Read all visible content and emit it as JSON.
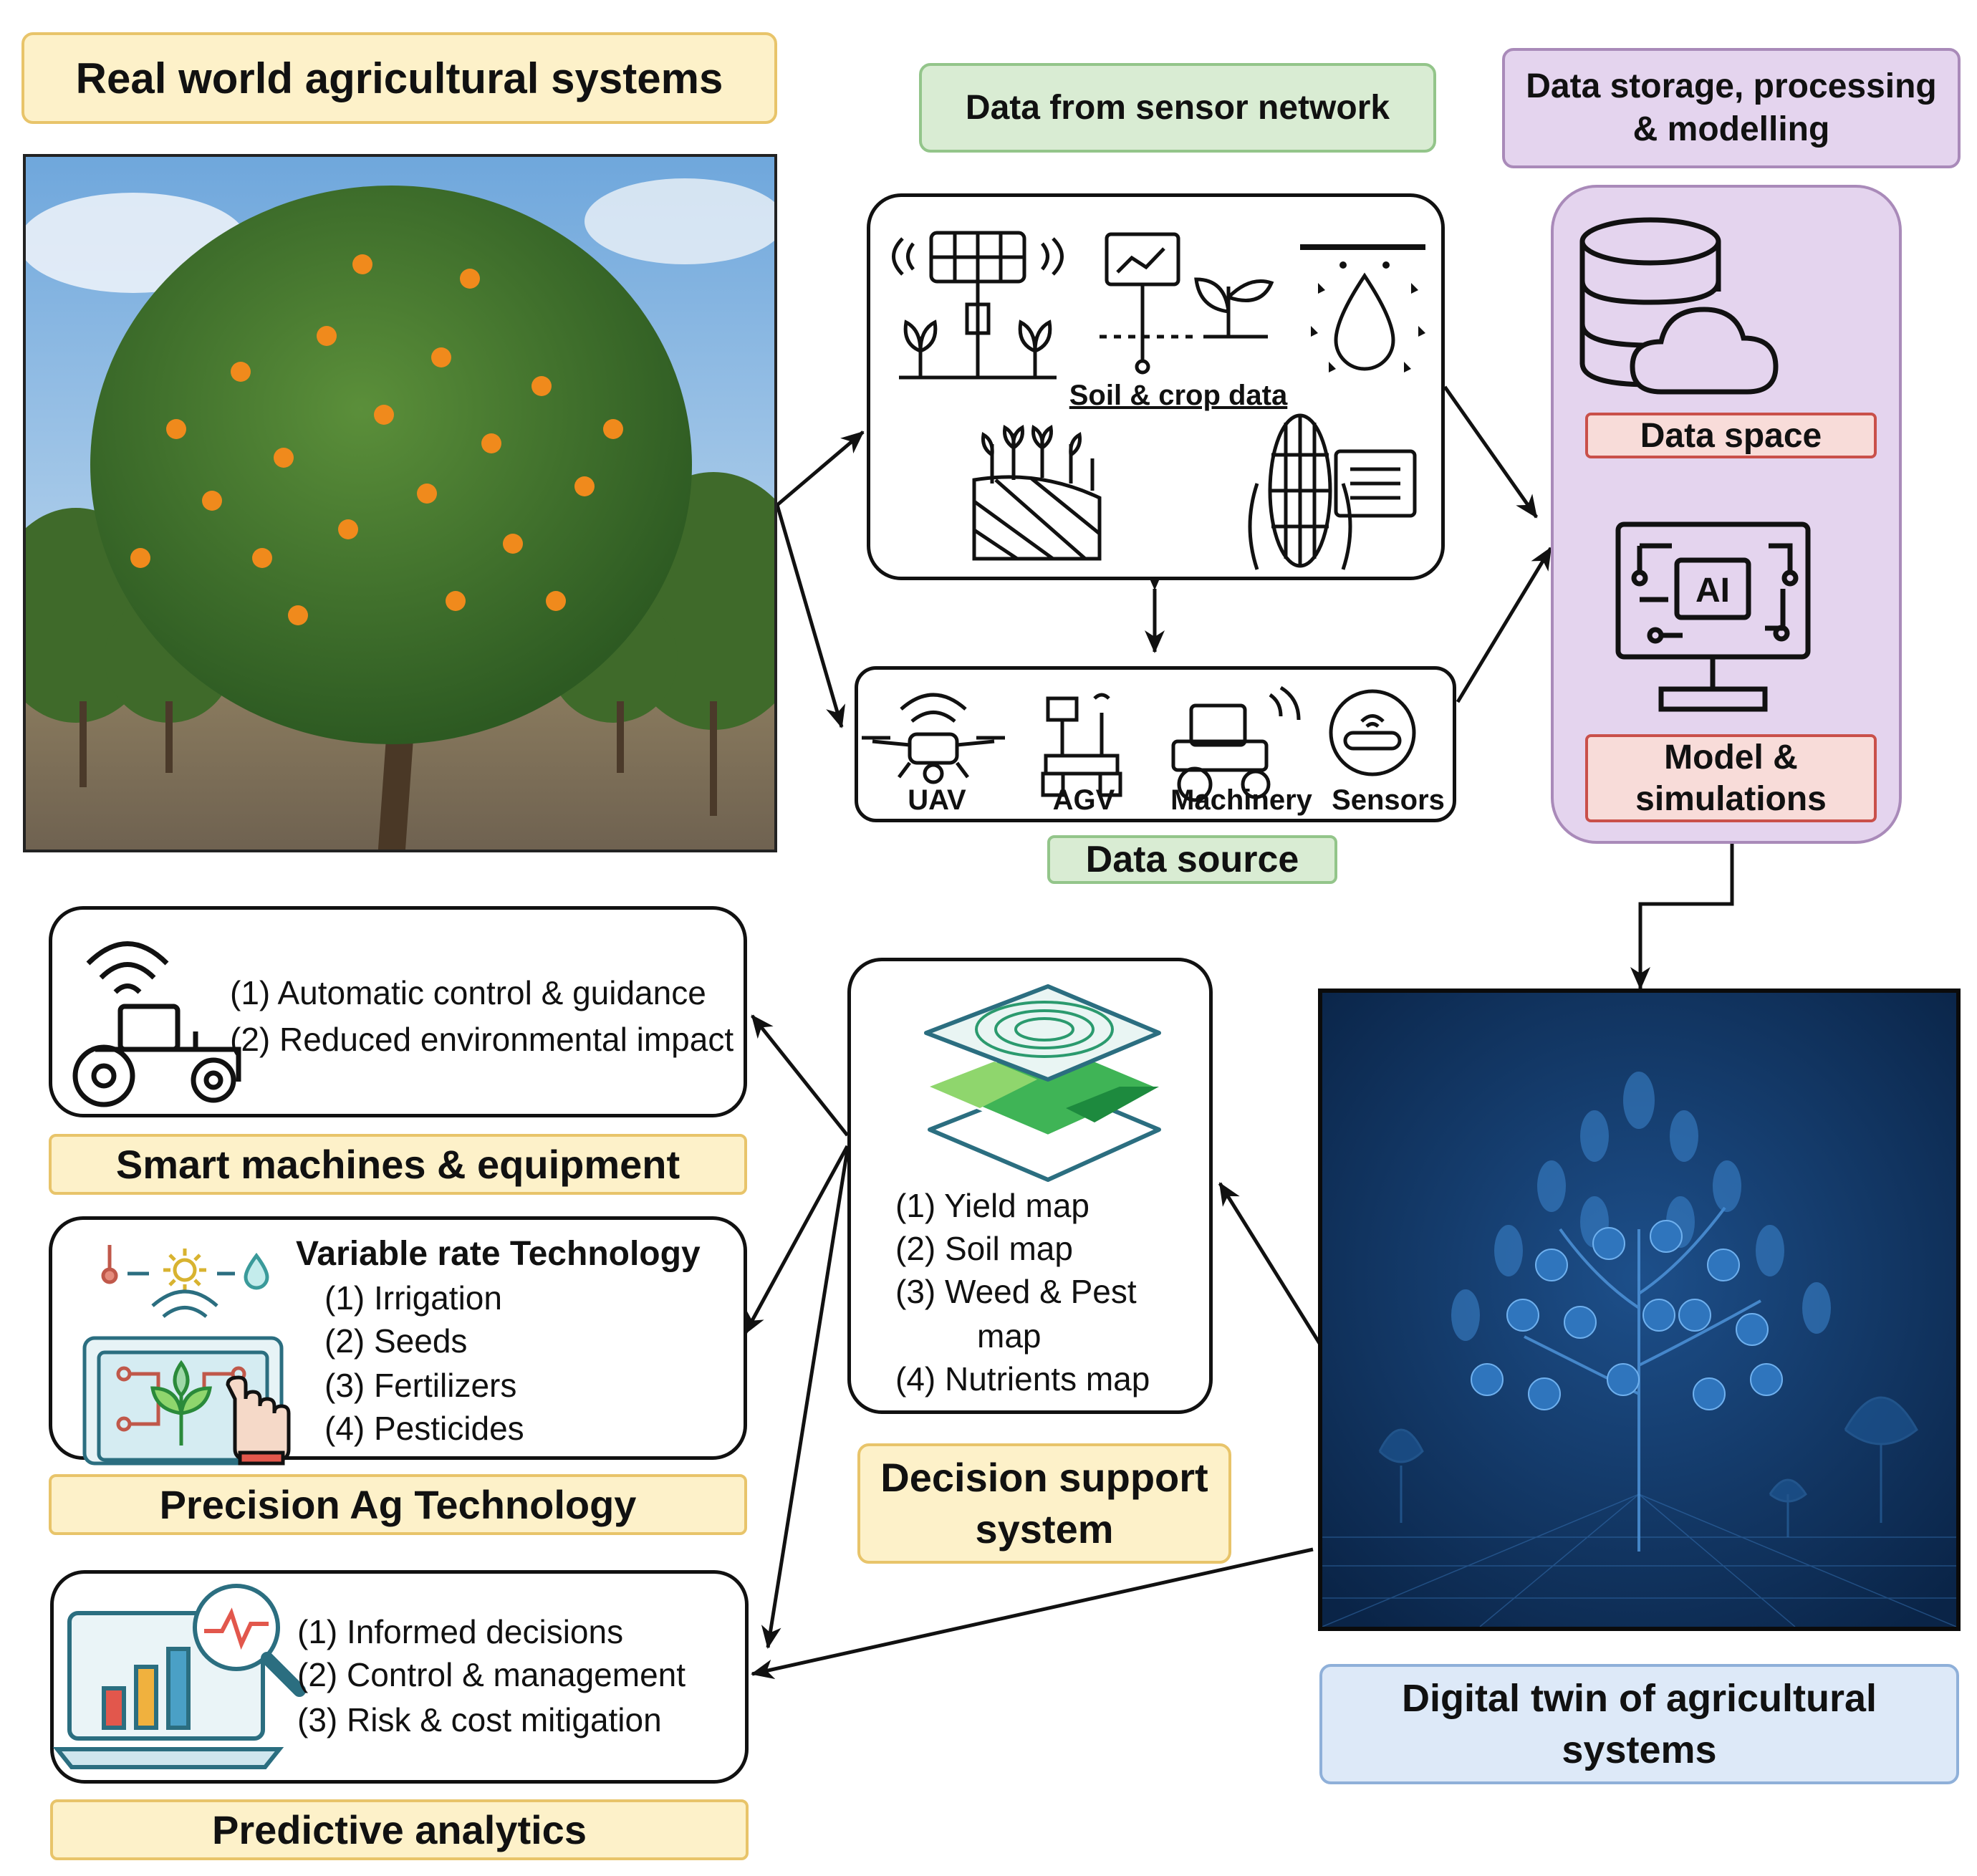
{
  "title_real_world": "Real world agricultural systems",
  "sensor_network": "Data from sensor network",
  "storage": [
    "Data storage, processing",
    "& modelling"
  ],
  "soil_crop": "Soil & crop data",
  "sources": [
    "UAV",
    "AGV",
    "Machinery",
    "Sensors"
  ],
  "data_source": "Data source",
  "data_space": "Data space",
  "model_sim": [
    "Model &",
    "simulations"
  ],
  "smart_items": [
    "(1) Automatic control & guidance",
    "(2) Reduced environmental impact"
  ],
  "smart_title": "Smart machines & equipment",
  "vrt_title": "Variable rate Technology",
  "vrt_items": [
    "(1) Irrigation",
    "(2) Seeds",
    "(3) Fertilizers",
    "(4) Pesticides"
  ],
  "precision_title": "Precision Ag Technology",
  "predictive_items": [
    "(1) Informed decisions",
    "(2) Control & management",
    "(3) Risk & cost mitigation"
  ],
  "predictive_title": "Predictive analytics",
  "maps": [
    "(1) Yield map",
    "(2) Soil map",
    "(3) Weed & Pest",
    "map",
    "(4) Nutrients map"
  ],
  "dss": [
    "Decision support",
    "system"
  ],
  "digital_twin": [
    "Digital twin of agricultural",
    "systems"
  ],
  "ai_text": "AI",
  "colors": {
    "yellow": "#fdf1c9",
    "green": "#d9ecd3",
    "purple": "#e4d4ee",
    "blue": "#dde9f8",
    "red": "#f8dcd9",
    "twin_bg": "#0f3260"
  }
}
